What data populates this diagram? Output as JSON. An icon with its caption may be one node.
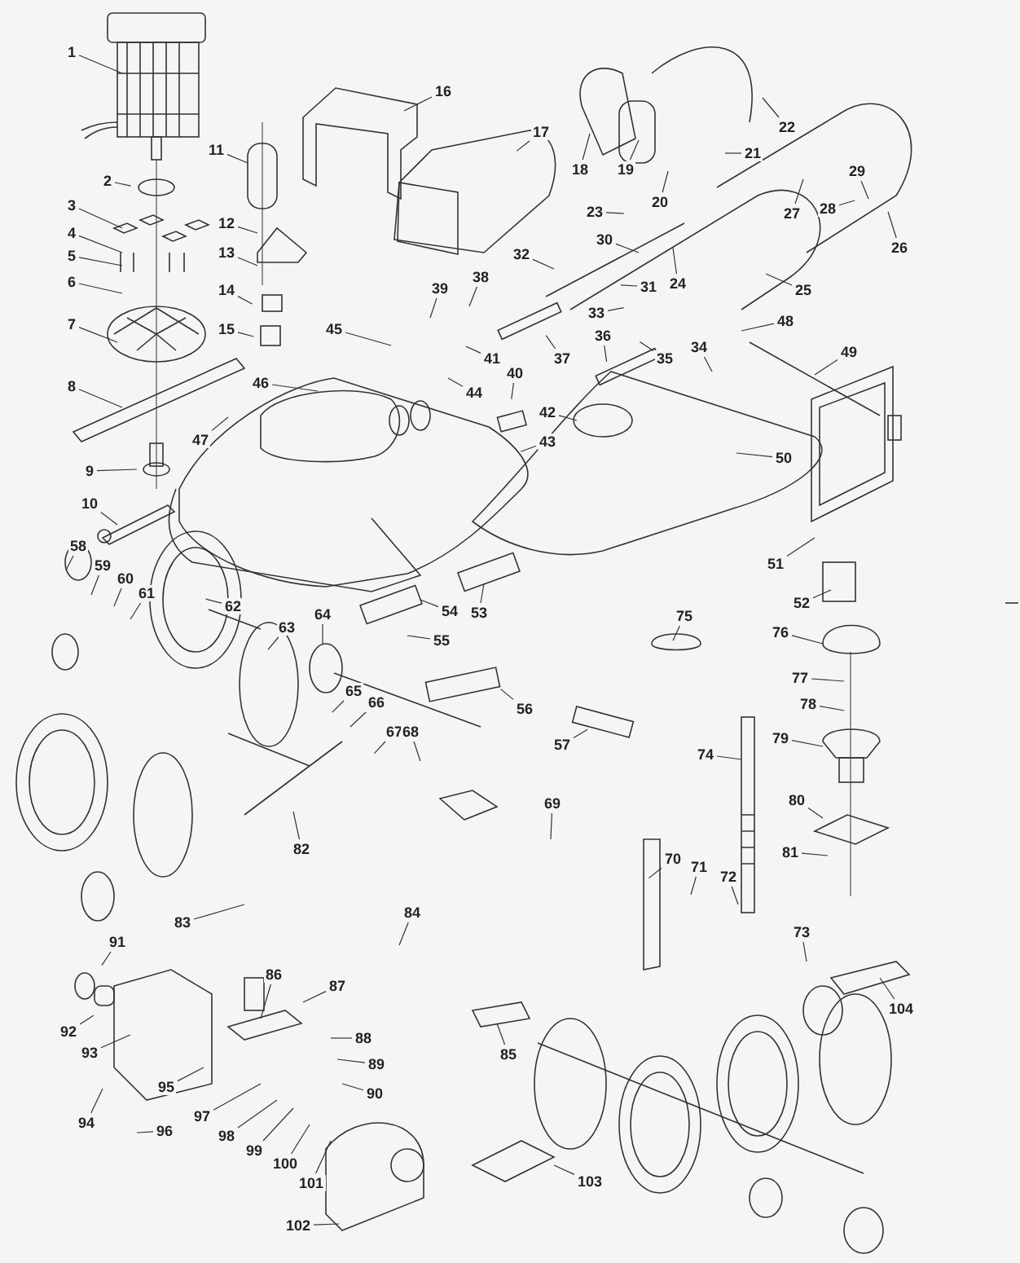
{
  "diagram": {
    "nodes": [
      {
        "text": [
          "1"
        ]
      },
      {
        "text": [
          "2"
        ]
      },
      {
        "text": [
          "3"
        ]
      },
      {
        "text": [
          "4"
        ]
      },
      {
        "text": [
          "5"
        ]
      },
      {
        "text": [
          "6"
        ]
      },
      {
        "text": [
          "7"
        ]
      },
      {
        "text": [
          "8"
        ]
      },
      {
        "text": [
          "9"
        ]
      },
      {
        "text": [
          "10"
        ]
      },
      {
        "text": [
          "11"
        ]
      },
      {
        "text": [
          "12"
        ]
      },
      {
        "text": [
          "13"
        ]
      },
      {
        "text": [
          "14"
        ]
      },
      {
        "text": [
          "15"
        ]
      },
      {
        "text": [
          "16"
        ]
      },
      {
        "text": [
          "17"
        ]
      },
      {
        "text": [
          "18"
        ]
      },
      {
        "text": [
          "19"
        ]
      },
      {
        "text": [
          "20"
        ]
      },
      {
        "text": [
          "21"
        ]
      },
      {
        "text": [
          "22"
        ]
      },
      {
        "text": [
          "23"
        ]
      },
      {
        "text": [
          "24"
        ]
      },
      {
        "text": [
          "25"
        ]
      },
      {
        "text": [
          "26"
        ]
      },
      {
        "text": [
          "27"
        ]
      },
      {
        "text": [
          "28"
        ]
      },
      {
        "text": [
          "29"
        ]
      },
      {
        "text": [
          "30"
        ]
      },
      {
        "text": [
          "31"
        ]
      },
      {
        "text": [
          "32"
        ]
      },
      {
        "text": [
          "33"
        ]
      },
      {
        "text": [
          "34"
        ]
      },
      {
        "text": [
          "35"
        ]
      },
      {
        "text": [
          "36"
        ]
      },
      {
        "text": [
          "37"
        ]
      },
      {
        "text": [
          "38"
        ]
      },
      {
        "text": [
          "39"
        ]
      },
      {
        "text": [
          "40"
        ]
      },
      {
        "text": [
          "41"
        ]
      },
      {
        "text": [
          "42"
        ]
      },
      {
        "text": [
          "43"
        ]
      },
      {
        "text": [
          "44"
        ]
      },
      {
        "text": [
          "45"
        ]
      },
      {
        "text": [
          "46"
        ]
      },
      {
        "text": [
          "47"
        ]
      },
      {
        "text": [
          "48"
        ]
      },
      {
        "text": [
          "49"
        ]
      },
      {
        "text": [
          "50"
        ]
      },
      {
        "text": [
          "51"
        ]
      },
      {
        "text": [
          "52"
        ]
      },
      {
        "text": [
          "53"
        ]
      },
      {
        "text": [
          "54"
        ]
      },
      {
        "text": [
          "55"
        ]
      },
      {
        "text": [
          "56"
        ]
      },
      {
        "text": [
          "57"
        ]
      },
      {
        "text": [
          "58"
        ]
      },
      {
        "text": [
          "59"
        ]
      },
      {
        "text": [
          "60"
        ]
      },
      {
        "text": [
          "61"
        ]
      },
      {
        "text": [
          "62"
        ]
      },
      {
        "text": [
          "63"
        ]
      },
      {
        "text": [
          "64"
        ]
      },
      {
        "text": [
          "65"
        ]
      },
      {
        "text": [
          "66"
        ]
      },
      {
        "text": [
          "67"
        ]
      },
      {
        "text": [
          "68"
        ]
      },
      {
        "text": [
          "69"
        ]
      },
      {
        "text": [
          "70"
        ]
      },
      {
        "text": [
          "71"
        ]
      },
      {
        "text": [
          "72"
        ]
      },
      {
        "text": [
          "73"
        ]
      },
      {
        "text": [
          "74"
        ]
      },
      {
        "text": [
          "75"
        ]
      },
      {
        "text": [
          "76"
        ]
      },
      {
        "text": [
          "77"
        ]
      },
      {
        "text": [
          "78"
        ]
      },
      {
        "text": [
          "79"
        ]
      },
      {
        "text": [
          "80"
        ]
      },
      {
        "text": [
          "81"
        ]
      },
      {
        "text": [
          "82"
        ]
      },
      {
        "text": [
          "83"
        ]
      },
      {
        "text": [
          "84"
        ]
      },
      {
        "text": [
          "85"
        ]
      },
      {
        "text": [
          "86"
        ]
      },
      {
        "text": [
          "87"
        ]
      },
      {
        "text": [
          "88"
        ]
      },
      {
        "text": [
          "89"
        ]
      },
      {
        "text": [
          "90"
        ]
      },
      {
        "text": [
          "91"
        ]
      },
      {
        "text": [
          "92"
        ]
      },
      {
        "text": [
          "93"
        ]
      },
      {
        "text": [
          "94"
        ]
      },
      {
        "text": [
          "95"
        ]
      },
      {
        "text": [
          "96"
        ]
      },
      {
        "text": [
          "97"
        ]
      },
      {
        "text": [
          "98"
        ]
      },
      {
        "text": [
          "99"
        ]
      },
      {
        "text": [
          "100"
        ]
      },
      {
        "text": [
          "101"
        ]
      },
      {
        "text": [
          "102"
        ]
      },
      {
        "text": [
          "103"
        ]
      },
      {
        "text": [
          "104"
        ]
      }
    ],
    "edges": [
      {
        "from": 0,
        "to": null,
        "arrow": "none"
      },
      {
        "from": 1,
        "to": null,
        "arrow": "none"
      },
      {
        "from": 2,
        "to": null,
        "arrow": "none"
      },
      {
        "from": 3,
        "to": null,
        "arrow": "none"
      },
      {
        "from": 4,
        "to": null,
        "arrow": "none"
      },
      {
        "from": 5,
        "to": null,
        "arrow": "none"
      },
      {
        "from": 6,
        "to": null,
        "arrow": "none"
      },
      {
        "from": 7,
        "to": null,
        "arrow": "none"
      },
      {
        "from": 8,
        "to": null,
        "arrow": "none"
      },
      {
        "from": 9,
        "to": null,
        "arrow": "none"
      },
      {
        "from": 10,
        "to": null,
        "arrow": "none"
      },
      {
        "from": 11,
        "to": null,
        "arrow": "none"
      },
      {
        "from": 12,
        "to": null,
        "arrow": "none"
      },
      {
        "from": 13,
        "to": null,
        "arrow": "none"
      },
      {
        "from": 14,
        "to": null,
        "arrow": "none"
      },
      {
        "from": 15,
        "to": null,
        "arrow": "none"
      },
      {
        "from": 16,
        "to": null,
        "arrow": "none"
      },
      {
        "from": 17,
        "to": null,
        "arrow": "none"
      },
      {
        "from": 18,
        "to": null,
        "arrow": "none"
      },
      {
        "from": 19,
        "to": null,
        "arrow": "none"
      },
      {
        "from": 20,
        "to": null,
        "arrow": "none"
      },
      {
        "from": 21,
        "to": null,
        "arrow": "none"
      },
      {
        "from": 22,
        "to": null,
        "arrow": "none"
      },
      {
        "from": 23,
        "to": null,
        "arrow": "none"
      },
      {
        "from": 24,
        "to": null,
        "arrow": "none"
      },
      {
        "from": 25,
        "to": null,
        "arrow": "none"
      },
      {
        "from": 26,
        "to": null,
        "arrow": "none"
      },
      {
        "from": 27,
        "to": null,
        "arrow": "none"
      },
      {
        "from": 28,
        "to": null,
        "arrow": "none"
      },
      {
        "from": 29,
        "to": null,
        "arrow": "none"
      },
      {
        "from": 30,
        "to": null,
        "arrow": "none"
      },
      {
        "from": 31,
        "to": null,
        "arrow": "none"
      },
      {
        "from": 32,
        "to": null,
        "arrow": "none"
      },
      {
        "from": 33,
        "to": null,
        "arrow": "none"
      },
      {
        "from": 34,
        "to": null,
        "arrow": "none"
      },
      {
        "from": 35,
        "to": null,
        "arrow": "none"
      },
      {
        "from": 36,
        "to": null,
        "arrow": "none"
      },
      {
        "from": 37,
        "to": null,
        "arrow": "none"
      },
      {
        "from": 38,
        "to": null,
        "arrow": "none"
      },
      {
        "from": 39,
        "to": null,
        "arrow": "none"
      },
      {
        "from": 40,
        "to": null,
        "arrow": "none"
      },
      {
        "from": 41,
        "to": null,
        "arrow": "none"
      },
      {
        "from": 42,
        "to": null,
        "arrow": "none"
      },
      {
        "from": 43,
        "to": null,
        "arrow": "none"
      },
      {
        "from": 44,
        "to": null,
        "arrow": "none"
      },
      {
        "from": 45,
        "to": null,
        "arrow": "none"
      },
      {
        "from": 46,
        "to": null,
        "arrow": "none"
      },
      {
        "from": 47,
        "to": null,
        "arrow": "none"
      },
      {
        "from": 48,
        "to": null,
        "arrow": "none"
      },
      {
        "from": 49,
        "to": null,
        "arrow": "none"
      },
      {
        "from": 50,
        "to": null,
        "arrow": "none"
      },
      {
        "from": 51,
        "to": null,
        "arrow": "none"
      },
      {
        "from": 52,
        "to": null,
        "arrow": "none"
      },
      {
        "from": 53,
        "to": null,
        "arrow": "none"
      },
      {
        "from": 54,
        "to": null,
        "arrow": "none"
      },
      {
        "from": 55,
        "to": null,
        "arrow": "none"
      },
      {
        "from": 56,
        "to": null,
        "arrow": "none"
      },
      {
        "from": 57,
        "to": null,
        "arrow": "none"
      },
      {
        "from": 58,
        "to": null,
        "arrow": "none"
      },
      {
        "from": 59,
        "to": null,
        "arrow": "none"
      },
      {
        "from": 60,
        "to": null,
        "arrow": "none"
      },
      {
        "from": 61,
        "to": null,
        "arrow": "none"
      },
      {
        "from": 62,
        "to": null,
        "arrow": "none"
      },
      {
        "from": 63,
        "to": null,
        "arrow": "none"
      },
      {
        "from": 64,
        "to": null,
        "arrow": "none"
      },
      {
        "from": 65,
        "to": null,
        "arrow": "none"
      },
      {
        "from": 66,
        "to": null,
        "arrow": "none"
      },
      {
        "from": 67,
        "to": null,
        "arrow": "none"
      },
      {
        "from": 68,
        "to": null,
        "arrow": "none"
      },
      {
        "from": 69,
        "to": null,
        "arrow": "none"
      },
      {
        "from": 70,
        "to": null,
        "arrow": "none"
      },
      {
        "from": 71,
        "to": null,
        "arrow": "none"
      },
      {
        "from": 72,
        "to": null,
        "arrow": "none"
      },
      {
        "from": 73,
        "to": null,
        "arrow": "none"
      },
      {
        "from": 74,
        "to": null,
        "arrow": "none"
      },
      {
        "from": 75,
        "to": null,
        "arrow": "none"
      },
      {
        "from": 76,
        "to": null,
        "arrow": "none"
      },
      {
        "from": 77,
        "to": null,
        "arrow": "none"
      },
      {
        "from": 78,
        "to": null,
        "arrow": "none"
      },
      {
        "from": 79,
        "to": null,
        "arrow": "none"
      },
      {
        "from": 80,
        "to": null,
        "arrow": "none"
      },
      {
        "from": 81,
        "to": null,
        "arrow": "none"
      },
      {
        "from": 82,
        "to": null,
        "arrow": "none"
      },
      {
        "from": 83,
        "to": null,
        "arrow": "none"
      },
      {
        "from": 84,
        "to": null,
        "arrow": "none"
      },
      {
        "from": 85,
        "to": null,
        "arrow": "none"
      },
      {
        "from": 86,
        "to": null,
        "arrow": "none"
      },
      {
        "from": 87,
        "to": null,
        "arrow": "none"
      },
      {
        "from": 88,
        "to": null,
        "arrow": "none"
      },
      {
        "from": 89,
        "to": null,
        "arrow": "none"
      },
      {
        "from": 90,
        "to": null,
        "arrow": "none"
      },
      {
        "from": 91,
        "to": null,
        "arrow": "none"
      },
      {
        "from": 92,
        "to": null,
        "arrow": "none"
      },
      {
        "from": 93,
        "to": null,
        "arrow": "none"
      },
      {
        "from": 94,
        "to": null,
        "arrow": "none"
      },
      {
        "from": 95,
        "to": null,
        "arrow": "none"
      },
      {
        "from": 96,
        "to": null,
        "arrow": "none"
      },
      {
        "from": 97,
        "to": null,
        "arrow": "none"
      },
      {
        "from": 98,
        "to": null,
        "arrow": "none"
      },
      {
        "from": 99,
        "to": null,
        "arrow": "none"
      },
      {
        "from": 100,
        "to": null,
        "arrow": "none"
      },
      {
        "from": 101,
        "to": null,
        "arrow": "none"
      },
      {
        "from": 102,
        "to": null,
        "arrow": "none"
      },
      {
        "from": 103,
        "to": null,
        "arrow": "none"
      }
    ]
  }
}
